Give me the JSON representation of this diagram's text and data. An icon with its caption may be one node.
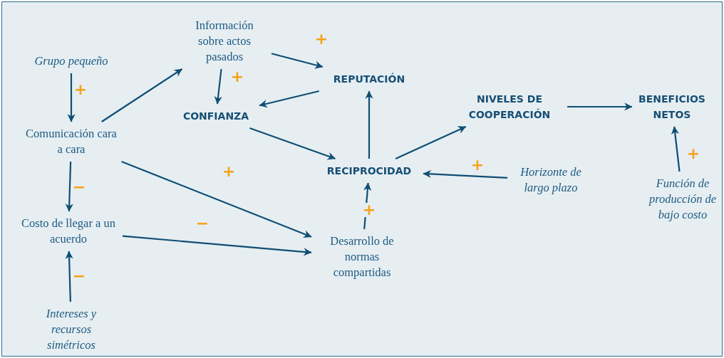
{
  "diagram": {
    "nodes": [
      {
        "text": [
          "Grupo pequeño"
        ]
      },
      {
        "text": [
          "Comunicación cara a cara"
        ]
      },
      {
        "text": [
          "Costo de llegar a un acuerdo"
        ]
      },
      {
        "text": [
          "Intereses y recursos simétricos"
        ]
      },
      {
        "text": [
          "Información sobre actos pasados"
        ]
      },
      {
        "text": [
          "CONFIANZA"
        ]
      },
      {
        "text": [
          "REPUTACIÓN"
        ]
      },
      {
        "text": [
          "RECIPROCIDAD"
        ]
      },
      {
        "text": [
          "Desarrollo de normas compartidas"
        ]
      },
      {
        "text": [
          "NIVELES DE COOPERACIÓN"
        ]
      },
      {
        "text": [
          "BENEFICIOS NETOS"
        ]
      },
      {
        "text": [
          "Horizonte de largo plazo"
        ]
      },
      {
        "text": [
          "Función de producción de bajo costo"
        ]
      }
    ],
    "edges": [
      {
        "from": 0,
        "to": 1,
        "arrow": "to",
        "label": "+"
      },
      {
        "from": 1,
        "to": 2,
        "arrow": "to",
        "label": "−"
      },
      {
        "from": 3,
        "to": 2,
        "arrow": "to",
        "label": "−"
      },
      {
        "from": 1,
        "to": 4,
        "arrow": "to"
      },
      {
        "from": 4,
        "to": 6,
        "arrow": "to",
        "label": "+"
      },
      {
        "from": 4,
        "to": 5,
        "arrow": "to",
        "label": "+"
      },
      {
        "from": 6,
        "to": 5,
        "arrow": "to"
      },
      {
        "from": 5,
        "to": 7,
        "arrow": "to"
      },
      {
        "from": 7,
        "to": 6,
        "arrow": "to"
      },
      {
        "from": 1,
        "to": 8,
        "arrow": "to",
        "label": "+"
      },
      {
        "from": 2,
        "to": 8,
        "arrow": "to",
        "label": "−"
      },
      {
        "from": 8,
        "to": 7,
        "arrow": "to",
        "label": "+"
      },
      {
        "from": 7,
        "to": 9,
        "arrow": "to"
      },
      {
        "from": 11,
        "to": 7,
        "arrow": "to",
        "label": "+"
      },
      {
        "from": 9,
        "to": 10,
        "arrow": "to"
      },
      {
        "from": 12,
        "to": 10,
        "arrow": "to",
        "label": "+"
      }
    ]
  }
}
